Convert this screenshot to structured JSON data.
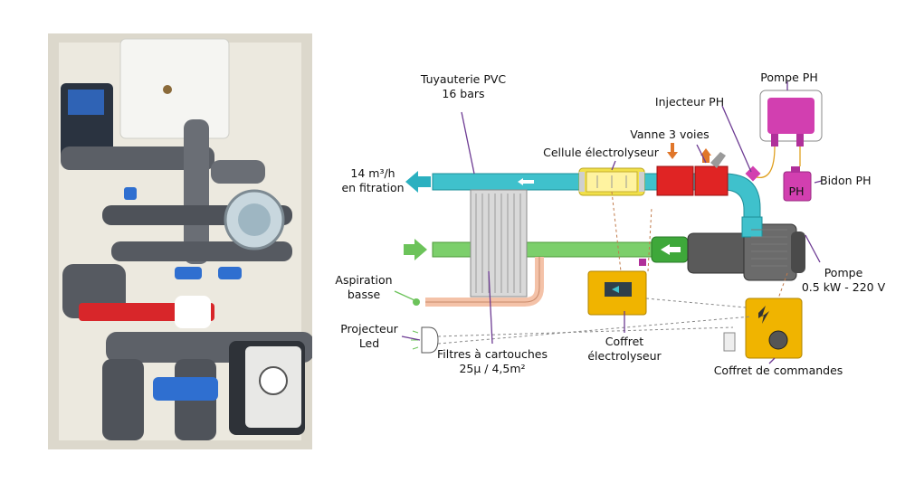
{
  "labels": {
    "pvc_pipe_line1": "Tuyauterie PVC",
    "pvc_pipe_line2": "16 bars",
    "pump_ph": "Pompe PH",
    "injector_ph": "Injecteur PH",
    "valve_3way": "Vanne 3 voies",
    "electrolysis_cell": "Cellule électrolyseur",
    "flow_line1": "14 m³/h",
    "flow_line2": "en fitration",
    "bidon_ph": "Bidon PH",
    "bidon_tag": "PH",
    "aspiration_line1": "Aspiration",
    "aspiration_line2": "basse",
    "pump_line1": "Pompe",
    "pump_line2": "0.5 kW - 220 V",
    "projector_line1": "Projecteur",
    "projector_line2": "Led",
    "filters_line1": "Filtres à cartouches",
    "filters_line2": "25µ / 4,5m²",
    "electrolyser_box_line1": "Coffret",
    "electrolyser_box_line2": "électrolyseur",
    "control_box": "Coffret de commandes"
  },
  "colors": {
    "return_pipe": "#3fc1cc",
    "suction_pipe": "#7ccf6b",
    "cell": "#f1e04a",
    "valve": "#e02424",
    "ph": "#d23fb0",
    "pump": "#5a5a5a",
    "box": "#f0b400",
    "flow_arrow_out": "#2bb0c0",
    "flow_arrow_in": "#6cc35a"
  }
}
